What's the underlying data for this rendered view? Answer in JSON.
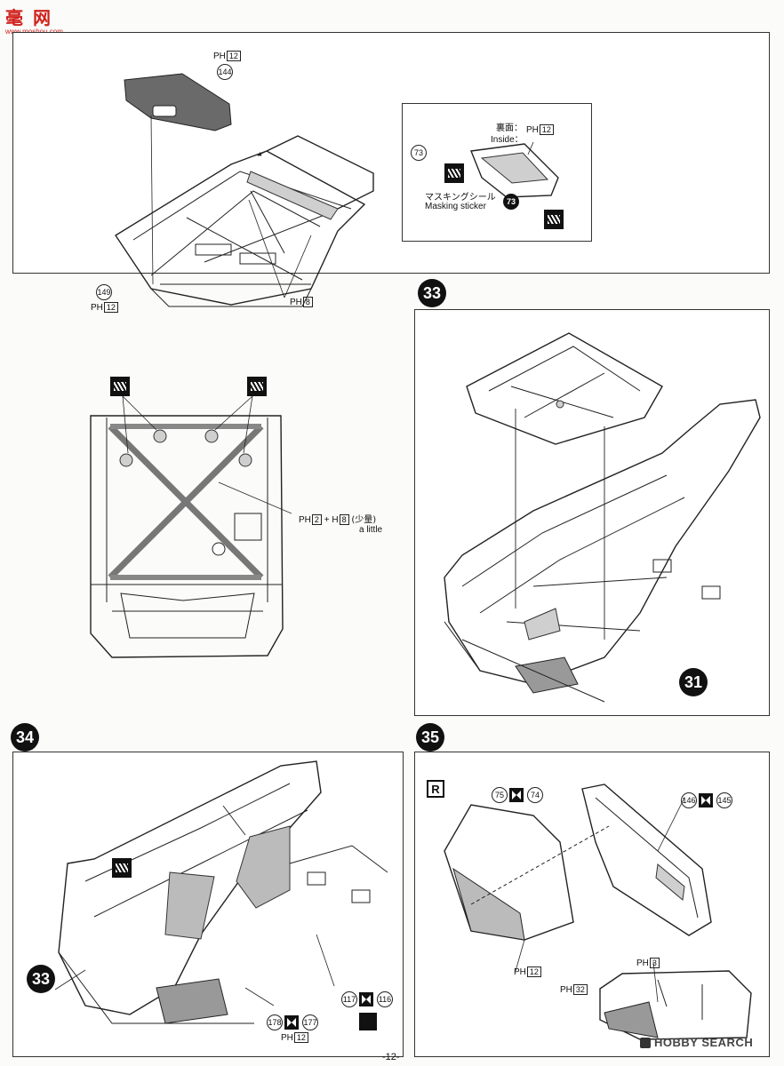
{
  "watermark_top": {
    "logo_text": "毫 网",
    "url_text": "www.moshou.com"
  },
  "watermark_bottom": {
    "text": "HOBBY SEARCH"
  },
  "page_number": "-12-",
  "top_section": {
    "part_144": "144",
    "part_149": "149",
    "paint_144": {
      "prefix": "PH",
      "code": "12"
    },
    "paint_149": {
      "prefix": "PH",
      "code": "12"
    },
    "paint_frame": {
      "prefix": "PH",
      "code": "8"
    },
    "inset": {
      "part_73_a": "73",
      "part_73_b": "73",
      "inside_jp": "裏面：",
      "inside_en": "Inside：",
      "inside_paint": {
        "prefix": "PH",
        "code": "12"
      },
      "masking_jp": "マスキングシール",
      "masking_en": "Masking sticker"
    },
    "topview": {
      "paint_a": {
        "prefix": "PH",
        "code": "2"
      },
      "plus": "+",
      "paint_b": {
        "prefix": "H",
        "code": "8"
      },
      "note_jp": "(少量)",
      "note_en": "a little"
    }
  },
  "step33": {
    "number": "33",
    "ref_step": "31"
  },
  "step34": {
    "number": "34",
    "ref_step": "33",
    "part_117": "117",
    "part_116": "116",
    "part_178": "178",
    "part_177": "177",
    "paint": {
      "prefix": "PH",
      "code": "12"
    }
  },
  "step35": {
    "number": "35",
    "side_label": "R",
    "part_75": "75",
    "part_74": "74",
    "part_146": "146",
    "part_145": "145",
    "paint_panel": {
      "prefix": "PH",
      "code": "12"
    },
    "paint_3": {
      "prefix": "PH",
      "code": "3"
    },
    "paint_32": {
      "prefix": "PH",
      "code": "32"
    }
  }
}
